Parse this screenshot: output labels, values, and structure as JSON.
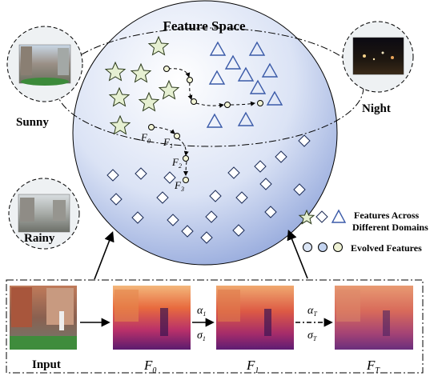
{
  "title": "Feature Space",
  "domains": {
    "sunny": "Sunny",
    "night": "Night",
    "rainy": "Rainy"
  },
  "legend": {
    "features_line1": "Features Across",
    "features_line2": "Different Domains",
    "evolved": "Evolved Features"
  },
  "features": {
    "f0": "F",
    "f0_sub": "0",
    "f1": "F",
    "f1_sub": "1",
    "f2": "F",
    "f2_sub": "2",
    "f3": "F",
    "f3_sub": "3"
  },
  "bottom": {
    "input_label": "Input",
    "map0": "F",
    "map0_sub": "0",
    "map1": "F",
    "map1_sub": "1",
    "mapT": "F",
    "mapT_sub": "T",
    "alpha1": "α",
    "alpha1_sub": "1",
    "sigma1": "σ",
    "sigma1_sub": "1",
    "alphaT": "α",
    "alphaT_sub": "T",
    "sigmaT": "σ",
    "sigmaT_sub": "T"
  },
  "colors": {
    "star_fill": "#e6f0d2",
    "triangle_stroke": "#3a5aa8",
    "node_fill": "#f2f4d6",
    "sphere_top": "#ffffff",
    "sphere_bottom": "#8fa3d6"
  },
  "icons": [
    "star-icon",
    "diamond-icon",
    "triangle-icon",
    "circle-node-icon"
  ]
}
